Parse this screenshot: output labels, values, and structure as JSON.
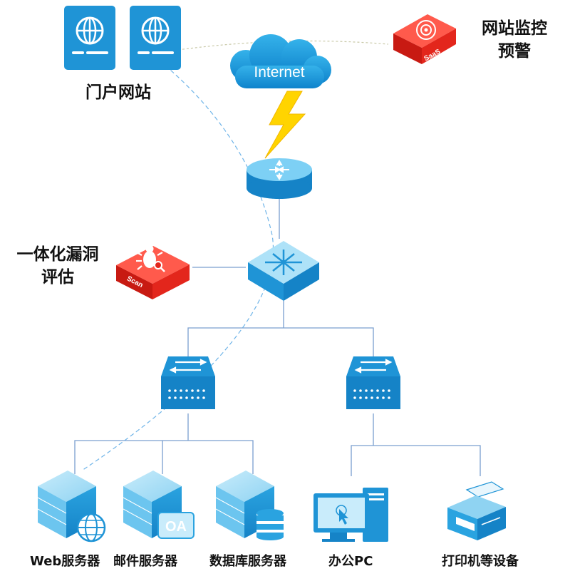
{
  "labels": {
    "portal": "门户网站",
    "monitor_line1": "网站监控",
    "monitor_line2": "预警",
    "scan_line1": "一体化漏洞",
    "scan_line2": "评估",
    "web_server": "Web服务器",
    "mail_server": "邮件服务器",
    "db_server": "数据库服务器",
    "office_pc": "办公PC",
    "printer": "打印机等设备"
  },
  "cloud_text": "Internet",
  "badges": {
    "saas": "SaaS",
    "scan": "Scan",
    "oa": "OA"
  },
  "colors": {
    "device_blue": "#1f94d6",
    "device_light": "#9fd8f5",
    "badge_red": "#e3261c",
    "line": "#7a9fcf",
    "bolt": "#ffd400"
  }
}
